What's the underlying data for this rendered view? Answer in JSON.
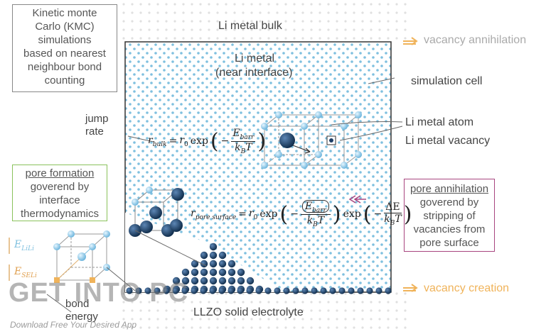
{
  "kmc_box": {
    "line1": "Kinetic monte",
    "line2": "Carlo (KMC)",
    "line3": "simulations",
    "line4": "based on nearest",
    "line5": "neighbour bond",
    "line6": "counting"
  },
  "labels": {
    "bulk": "Li metal bulk",
    "li_metal": "Li metal",
    "near_interface": "(near interface)",
    "vacancy_annihilation": "vacancy annihilation",
    "simulation_cell": "simulation cell",
    "jump": "jump",
    "rate": "rate",
    "li_atom": "Li metal atom",
    "li_vacancy": "Li metal vacancy",
    "vacancy_creation": "vacancy creation",
    "llzo": "LLZO solid electrolyte",
    "bond": "bond",
    "energy": "energy"
  },
  "pore_formation_box": {
    "line1": "pore formation",
    "line2": "goverend by",
    "line3": "interface",
    "line4": "thermodynamics"
  },
  "pore_annihilation_box": {
    "line1": "pore annihilation",
    "line2": "goverend by",
    "line3": "stripping of",
    "line4": "vacancies from",
    "line5": "pore surface"
  },
  "equations": {
    "bulk_lhs": "r",
    "bulk_lhs_sub": "bulk",
    "r0": "r",
    "r0_sub": "0",
    "exp": "exp",
    "ebarr": "E",
    "ebarr_sub": "barr",
    "kbt": "k",
    "kbt_sub": "B",
    "t": "T",
    "pore_lhs": "r",
    "pore_lhs_sub": "pore surface",
    "delta_e": "ΔE",
    "e_lili": "E",
    "e_lili_sub": "LiLi",
    "e_seli": "E",
    "e_seli_sub": "SELi"
  },
  "watermark": {
    "title": "GET INTO PC",
    "tagline": "Download Free Your Desired App"
  },
  "colors": {
    "atom_light": "#8ec9e6",
    "atom_dark": "#1e3f66",
    "arrow_orange": "#f0b35a",
    "magenta": "#a8457f",
    "frame": "#333333"
  }
}
